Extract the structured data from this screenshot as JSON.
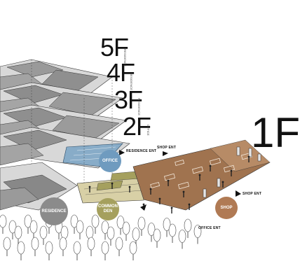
{
  "floors": [
    "5F",
    "4F",
    "3F",
    "2F",
    "1F"
  ],
  "floor_side_labels": [
    "RESIDENCE",
    "RESIDENCE",
    "RESIDENCE",
    "OFFICE"
  ],
  "zones": {
    "office": "OFFICE",
    "residence": "RESIDENCE",
    "common_den": "COMMON DEN",
    "shop": "SHOP"
  },
  "entrances": {
    "residence": "RESIDENCE ENT",
    "shop_top": "SHOP ENT",
    "shop_right": "SHOP ENT",
    "office": "OFFICE ENT"
  },
  "colors": {
    "office": "#6f9bbf",
    "residence": "#8b8b8b",
    "common_den": "#a5a05e",
    "shop": "#b07a54",
    "wood_floor": "#a0734f",
    "roof_gray": "#9a9a9a",
    "office_slab": "#88acc8"
  }
}
